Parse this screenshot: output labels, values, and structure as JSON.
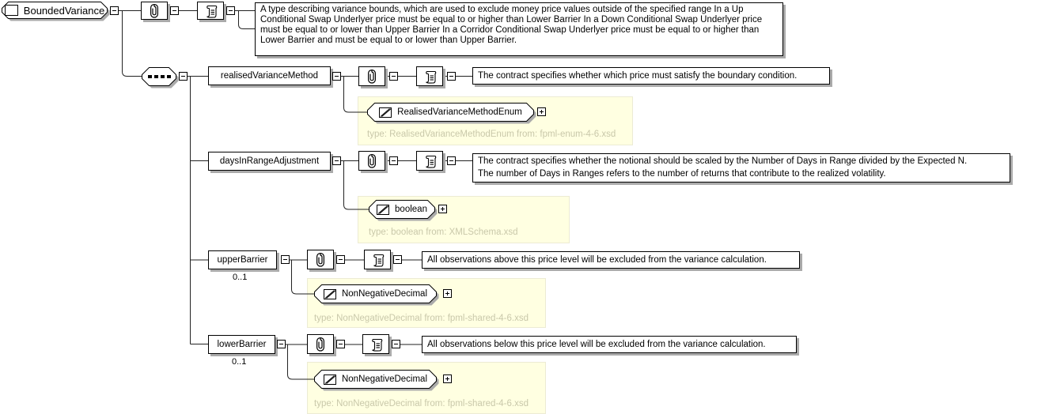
{
  "diagram": {
    "root": {
      "label": "BoundedVariance",
      "annotation": "A type describing variance bounds, which are used to exclude money price values outside of the specified range In a Up Conditional Swap Underlyer price must be equal to or higher than Lower Barrier In a Down Conditional Swap Underlyer price must be equal to or lower than Upper Barrier In a Corridor Conditional Swap Underlyer price must be equal to or higher than Lower Barrier and must be equal to or lower than Upper Barrier."
    },
    "elements": [
      {
        "name": "realisedVarianceMethod",
        "annotation": "The contract specifies whether which price must satisfy the boundary condition.",
        "type": {
          "label": "RealisedVarianceMethodEnum",
          "meta": "type: RealisedVarianceMethodEnum from: fpml-enum-4-6.xsd"
        }
      },
      {
        "name": "daysInRangeAdjustment",
        "annotation": "The contract specifies whether the notional should be scaled by the Number of Days in Range divided by the Expected N.\nThe number of Days in Ranges refers to the number of returns that contribute to the realized volatility.",
        "type": {
          "label": "boolean",
          "meta": "type: boolean from: XMLSchema.xsd"
        }
      },
      {
        "name": "upperBarrier",
        "cardinality": "0..1",
        "annotation": "All observations above this price level will be excluded from the variance calculation.",
        "type": {
          "label": "NonNegativeDecimal",
          "meta": "type: NonNegativeDecimal from: fpml-shared-4-6.xsd"
        }
      },
      {
        "name": "lowerBarrier",
        "cardinality": "0..1",
        "annotation": "All observations below this price level will be excluded from the variance calculation.",
        "type": {
          "label": "NonNegativeDecimal",
          "meta": "type: NonNegativeDecimal from: fpml-shared-4-6.xsd"
        }
      }
    ],
    "colors": {
      "panel_bg": "#ffffe1",
      "meta_text": "#c9c8aa",
      "shadow": "#aaaaaa"
    }
  }
}
